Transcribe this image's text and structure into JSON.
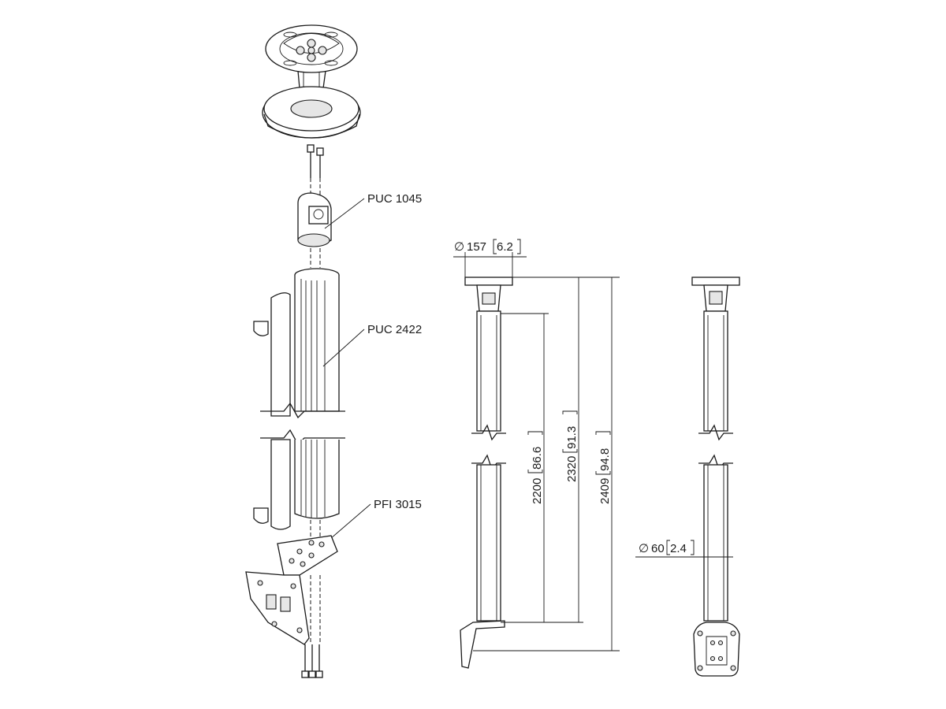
{
  "callouts": {
    "puc1045": "PUC 1045",
    "puc2422": "PUC 2422",
    "pfi3015": "PFI 3015"
  },
  "dimensions": {
    "plate_diameter": {
      "metric": "157",
      "imperial": "6.2"
    },
    "tube_diameter": {
      "metric": "60",
      "imperial": "2.4"
    },
    "length_short": {
      "metric": "2200",
      "imperial": "86.6"
    },
    "length_mid": {
      "metric": "2320",
      "imperial": "91.3"
    },
    "length_total": {
      "metric": "2409",
      "imperial": "94.8"
    }
  },
  "symbols": {
    "diameter": "∅"
  }
}
